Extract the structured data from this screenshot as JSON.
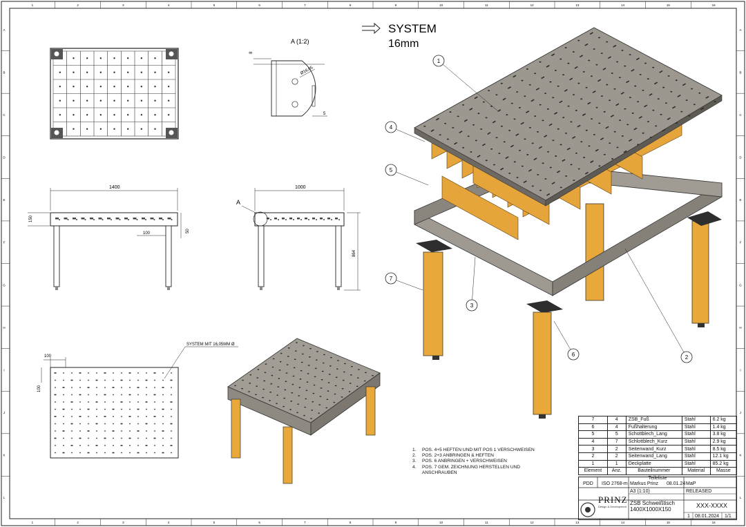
{
  "title": {
    "line1": "SYSTEM",
    "line2": "16mm"
  },
  "detail": {
    "label": "A (1:2)",
    "dia": "Ø16,05",
    "dim_top": "8",
    "dim_side": "5"
  },
  "view_front": {
    "width": "1400",
    "sub": "100",
    "height": "150",
    "foot": "50"
  },
  "view_side": {
    "width": "1000",
    "height": "864",
    "marker": "A"
  },
  "view_bottom": {
    "dim1": "100",
    "dim2": "100",
    "callout": "SYSTEM MIT 16,05MM Ø"
  },
  "balloons": [
    "1",
    "4",
    "5",
    "7",
    "3",
    "6",
    "2"
  ],
  "notes": [
    {
      "n": "1.",
      "text": "POS. 4+5 HEFTEN UND MIT POS 1 VERSCHWEISEN"
    },
    {
      "n": "2.",
      "text": "POS. 2+3 ANBRINGEN & HEFTEN"
    },
    {
      "n": "3.",
      "text": "POS. 6 ANBRINGEN + VERSCHWEISEN"
    },
    {
      "n": "4.",
      "text": "POS. 7 GEM. ZEICHNUNG HERSTELLEN UND"
    },
    {
      "n": "",
      "text": "ANSCHRAUBEN"
    }
  ],
  "bom": {
    "rows": [
      {
        "el": "7",
        "anz": "4",
        "name": "ZSB_Fuß",
        "mat": "Stahl",
        "mass": "6.2 kg"
      },
      {
        "el": "6",
        "anz": "4",
        "name": "Fußhalterung",
        "mat": "Stahl",
        "mass": "1.4 kg"
      },
      {
        "el": "5",
        "anz": "5",
        "name": "Schottblech_Lang",
        "mat": "Stahl",
        "mass": "3.8 kg"
      },
      {
        "el": "4",
        "anz": "7",
        "name": "Schlottblech_Kurz",
        "mat": "Stahl",
        "mass": "2.9 kg"
      },
      {
        "el": "3",
        "anz": "2",
        "name": "Seitenwand_Kurz",
        "mat": "Stahl",
        "mass": "8.5 kg"
      },
      {
        "el": "2",
        "anz": "2",
        "name": "Seitenwand_Lang",
        "mat": "Stahl",
        "mass": "12.1 kg"
      },
      {
        "el": "1",
        "anz": "1",
        "name": "Deckplatte",
        "mat": "Stahl",
        "mass": "85.2 kg"
      }
    ],
    "header": {
      "el": "Element",
      "anz": "Anz.",
      "name": "Bauteilnummer",
      "mat": "Material",
      "mass": "Masse"
    },
    "caption": "Teileliste"
  },
  "titleblock": {
    "dept": "PDD",
    "standard": "ISO 2768-m",
    "creator": "Markus Prinz",
    "date1": "08.01.24",
    "approver": "MaP",
    "scale": "A3 (1:10)",
    "status": "RELEASED",
    "name1": "ZSB Schweißtisch",
    "name2": "1400X1000X150",
    "docno": "XXX-XXXX",
    "rev": "1",
    "date2": "08.01.2024",
    "sheet": "1/1",
    "logo": "PRINZ",
    "logo_sub": "Design & Development"
  },
  "grid": {
    "cols": [
      "1",
      "2",
      "3",
      "4",
      "5",
      "6",
      "7",
      "8",
      "9",
      "10",
      "11",
      "12",
      "13",
      "14",
      "15",
      "16"
    ],
    "rows": [
      "A",
      "B",
      "C",
      "D",
      "E",
      "F",
      "G",
      "H",
      "I",
      "J",
      "K",
      "L"
    ]
  },
  "colors": {
    "orange": "#E8A93A",
    "plate": "#9C9890",
    "plate_dark": "#6E6A63",
    "line": "#1a1a1a"
  }
}
